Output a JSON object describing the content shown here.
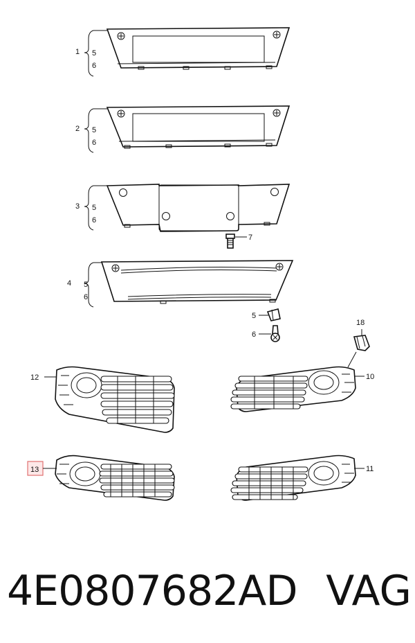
{
  "callouts": {
    "c1": "1",
    "c2": "2",
    "c3": "3",
    "c4": "4",
    "c5a": "5",
    "c6a": "6",
    "c5b": "5",
    "c6b": "6",
    "c5c": "5",
    "c6c": "6",
    "c5d": "5",
    "c6d": "6",
    "c7": "7",
    "c5e": "5",
    "c6e": "6",
    "c18": "18",
    "c10": "10",
    "c12": "12",
    "c13": "13",
    "c11": "11"
  },
  "highlight_color": "#e07070",
  "caption": {
    "part_number": "4E0807682AD",
    "brand": "VAG"
  }
}
